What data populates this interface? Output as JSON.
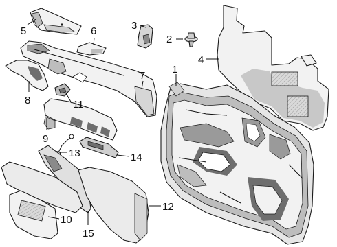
{
  "callouts": [
    {
      "id": "1",
      "label": "1"
    },
    {
      "id": "2",
      "label": "2"
    },
    {
      "id": "3",
      "label": "3"
    },
    {
      "id": "4",
      "label": "4"
    },
    {
      "id": "5",
      "label": "5"
    },
    {
      "id": "6",
      "label": "6"
    },
    {
      "id": "7",
      "label": "7"
    },
    {
      "id": "8",
      "label": "8"
    },
    {
      "id": "9",
      "label": "9"
    },
    {
      "id": "10",
      "label": "10"
    },
    {
      "id": "11",
      "label": "11"
    },
    {
      "id": "12",
      "label": "12"
    },
    {
      "id": "13",
      "label": "13"
    },
    {
      "id": "14",
      "label": "14"
    },
    {
      "id": "15",
      "label": "15"
    }
  ],
  "colors": {
    "background": "#ffffff",
    "part_fill": "#f2f2f2",
    "part_shade": "#bdbdbd",
    "part_dark": "#6e6e6e",
    "outline": "#1a1a1a"
  }
}
